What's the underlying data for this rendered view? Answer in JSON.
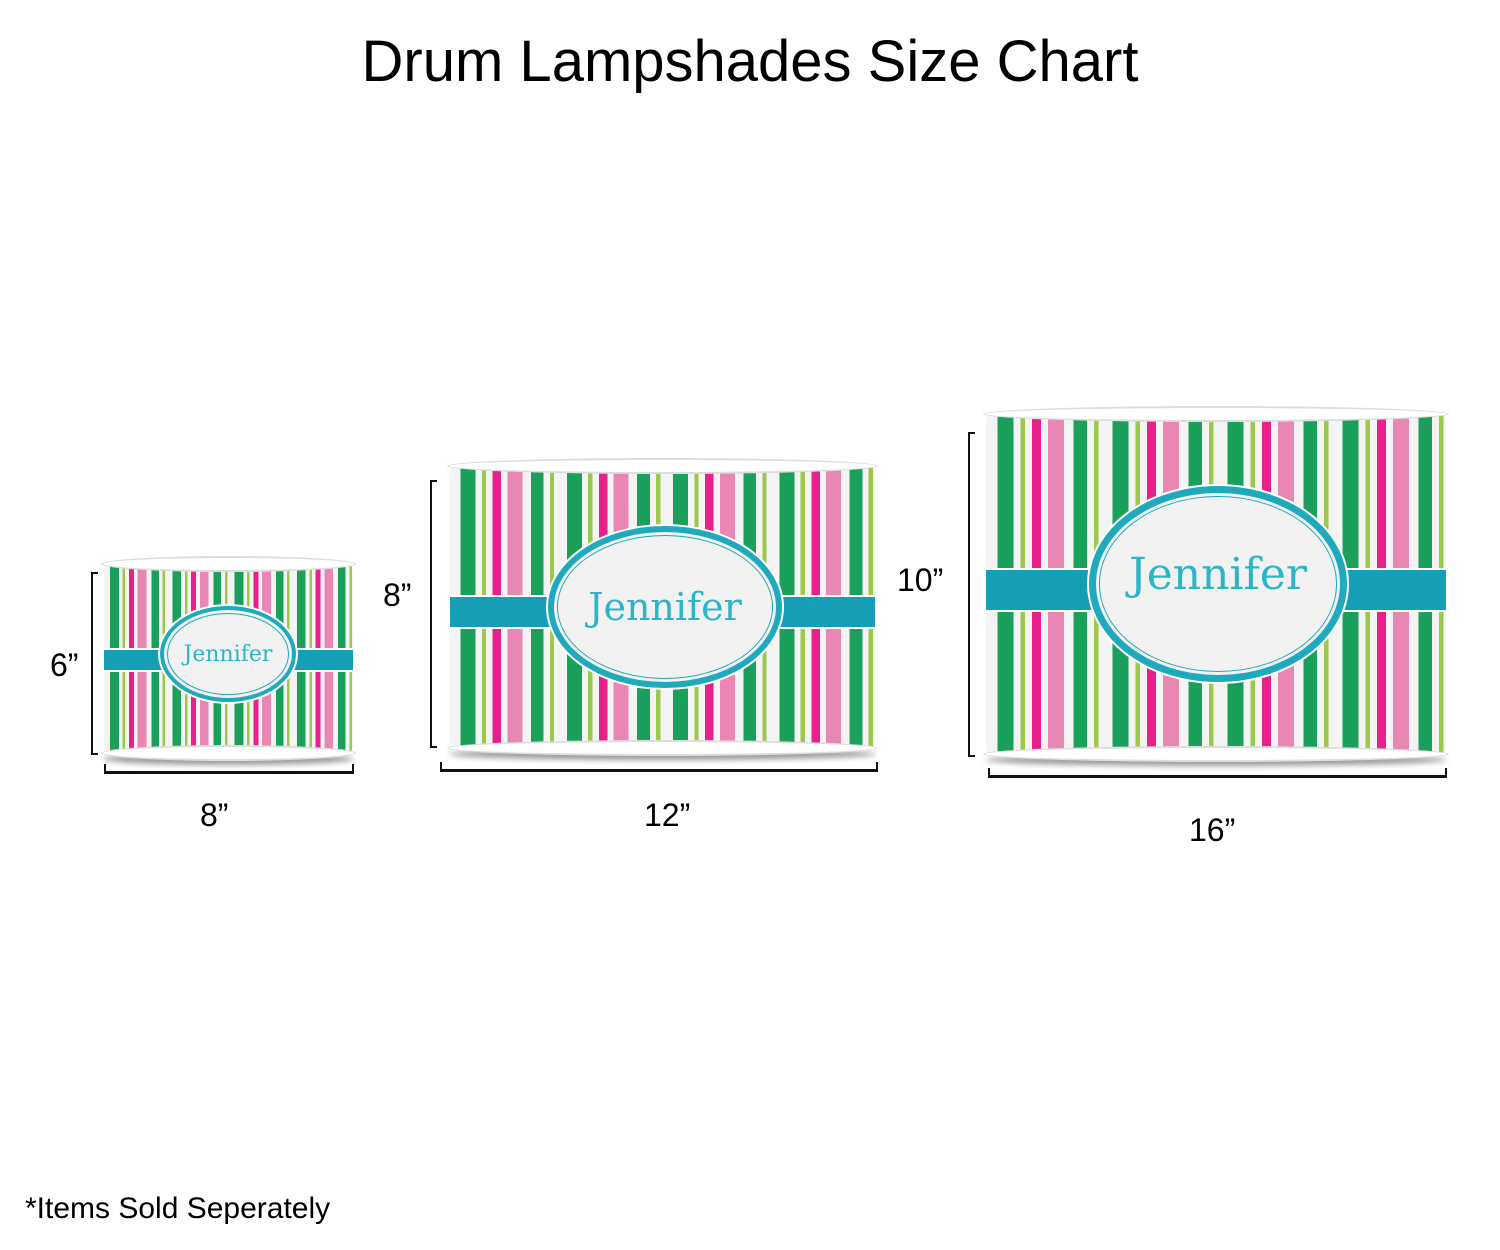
{
  "title": "Drum Lampshades Size Chart",
  "footnote": "*Items Sold Seperately",
  "personalization": "Jennifer",
  "colors": {
    "green": "#1aa05a",
    "pink": "#e8208c",
    "light_pink": "#e987b4",
    "lime": "#9cc94c",
    "teal": "#169fb4"
  },
  "shades": [
    {
      "height_label": "6”",
      "width_label": "8”"
    },
    {
      "height_label": "8”",
      "width_label": "12”"
    },
    {
      "height_label": "10”",
      "width_label": "16”"
    }
  ]
}
